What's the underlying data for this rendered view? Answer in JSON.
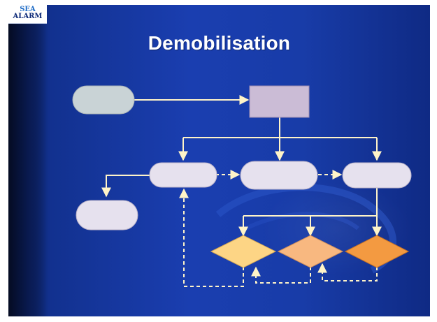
{
  "slide": {
    "title": "Demobilisation",
    "logo": {
      "line1": "SEA",
      "line2": "ALARM"
    }
  },
  "colors": {
    "background": "#1a3eb0",
    "start_node": "#c9d3d6",
    "process_box": "#cbbcd6",
    "terminal_nodes": "#e6e1ee",
    "diamond_1": "#fdd585",
    "diamond_2": "#f8b880",
    "diamond_3": "#f39a41",
    "connectors": "#fff4c8"
  },
  "diagram": {
    "nodes": [
      {
        "id": "start",
        "shape": "rounded"
      },
      {
        "id": "process",
        "shape": "rectangle"
      },
      {
        "id": "step-1",
        "shape": "rounded"
      },
      {
        "id": "step-2",
        "shape": "rounded"
      },
      {
        "id": "step-3",
        "shape": "rounded"
      },
      {
        "id": "outcome",
        "shape": "rounded"
      },
      {
        "id": "decision-1",
        "shape": "diamond"
      },
      {
        "id": "decision-2",
        "shape": "diamond"
      },
      {
        "id": "decision-3",
        "shape": "diamond"
      }
    ],
    "edges": [
      {
        "from": "start",
        "to": "process",
        "style": "solid"
      },
      {
        "from": "process",
        "to": "step-1",
        "style": "solid"
      },
      {
        "from": "process",
        "to": "step-2",
        "style": "solid"
      },
      {
        "from": "process",
        "to": "step-3",
        "style": "solid"
      },
      {
        "from": "step-1",
        "to": "outcome",
        "style": "solid"
      },
      {
        "from": "step-1",
        "to": "step-2",
        "style": "dashed"
      },
      {
        "from": "step-2",
        "to": "step-3",
        "style": "dashed"
      },
      {
        "from": "step-3",
        "to": "decision-1",
        "style": "solid"
      },
      {
        "from": "step-3",
        "to": "decision-2",
        "style": "solid"
      },
      {
        "from": "step-3",
        "to": "decision-3",
        "style": "solid"
      },
      {
        "from": "decision-1",
        "to": "step-1",
        "style": "dashed"
      },
      {
        "from": "decision-2",
        "to": "decision-1",
        "style": "dashed"
      },
      {
        "from": "decision-3",
        "to": "decision-2",
        "style": "dashed"
      }
    ]
  }
}
